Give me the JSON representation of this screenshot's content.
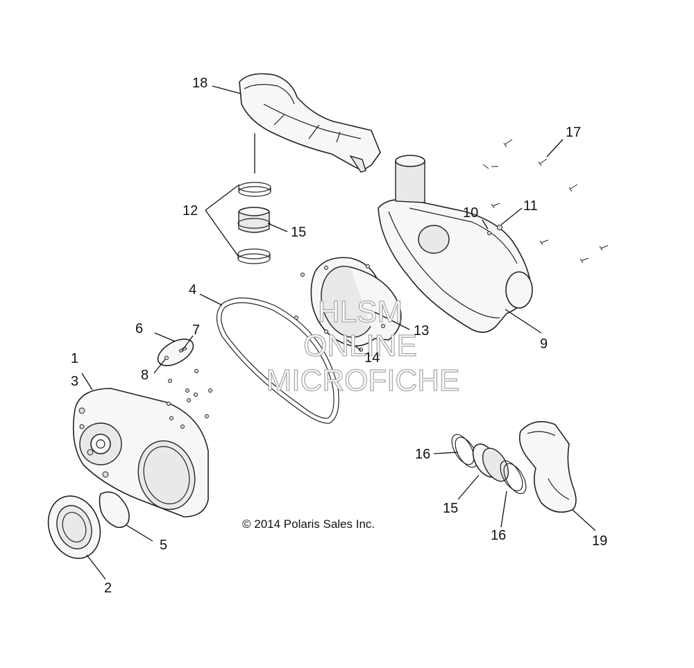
{
  "callouts": {
    "c1": "1",
    "c2": "2",
    "c3": "3",
    "c4": "4",
    "c5": "5",
    "c6": "6",
    "c7": "7",
    "c8": "8",
    "c9": "9",
    "c10": "10",
    "c11": "11",
    "c12": "12",
    "c13": "13",
    "c14": "14",
    "c15a": "15",
    "c15b": "15",
    "c16a": "16",
    "c16b": "16",
    "c17": "17",
    "c18": "18",
    "c19": "19"
  },
  "copyright": "© 2014 Polaris Sales Inc.",
  "watermark": {
    "line1": "HLSM",
    "line2": "ONLINE",
    "line3": "MICROFICHE"
  }
}
